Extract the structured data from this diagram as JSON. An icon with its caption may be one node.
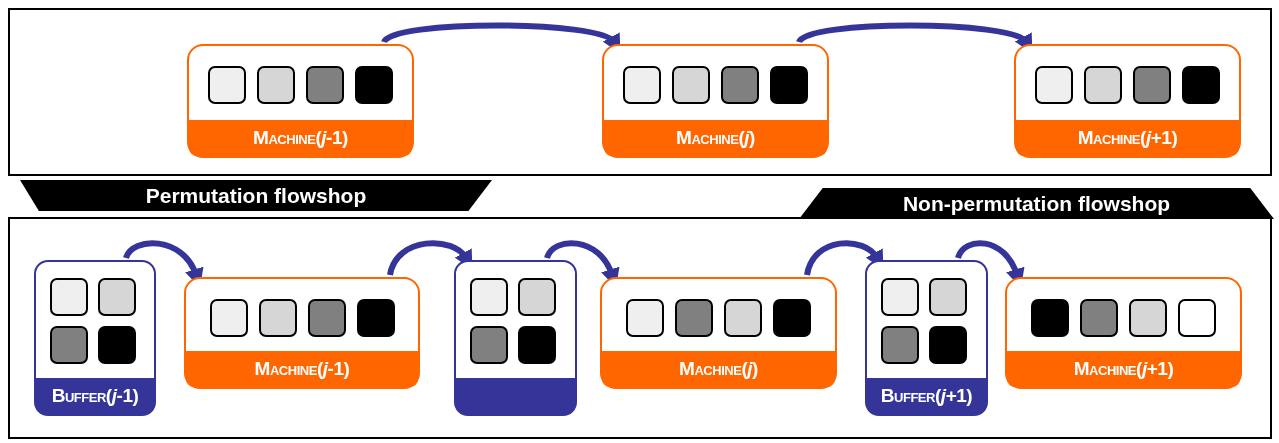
{
  "diagram": {
    "nodes": [
      {
        "text": [
          "Permutation flowshop"
        ]
      },
      {
        "text": [
          "Machine(*j*-1)"
        ],
        "in": 0
      },
      {
        "text": [
          "Machine(*j*)"
        ],
        "in": 0
      },
      {
        "text": [
          "Machine(*j*+1)"
        ],
        "in": 0
      },
      {
        "text": [
          "Non-permutation flowshop"
        ]
      },
      {
        "text": [
          "Buffer(*j*-1)"
        ],
        "in": 4
      },
      {
        "text": [
          "Machine(*j*-1)"
        ],
        "in": 4
      },
      {
        "text": [],
        "shape": "box",
        "in": 4
      },
      {
        "text": [
          "Machine(*j*)"
        ],
        "in": 4
      },
      {
        "text": [
          "Buffer(*j*+1)"
        ],
        "in": 4
      },
      {
        "text": [
          "Machine(*j*+1)"
        ],
        "in": 4
      }
    ],
    "edges": [
      {
        "from": 1,
        "to": 2,
        "arrow": "to"
      },
      {
        "from": 2,
        "to": 3,
        "arrow": "to"
      },
      {
        "from": 5,
        "to": 6,
        "arrow": "to"
      },
      {
        "from": 6,
        "to": 7,
        "arrow": "to"
      },
      {
        "from": 7,
        "to": 8,
        "arrow": "to"
      },
      {
        "from": 8,
        "to": 9,
        "arrow": "to"
      },
      {
        "from": 9,
        "to": 10,
        "arrow": "to"
      }
    ]
  }
}
